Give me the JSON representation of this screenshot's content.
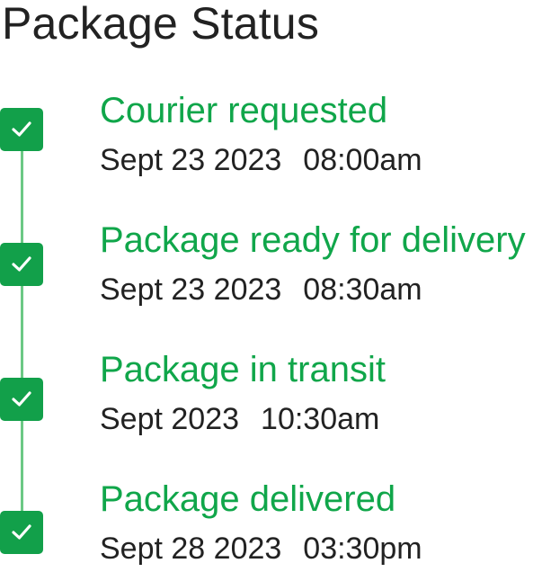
{
  "header": {
    "title": "Package Status"
  },
  "theme": {
    "accent": "#10a64a",
    "line": "#6cc985",
    "text": "#222222"
  },
  "steps": [
    {
      "label": "Courier requested",
      "date": "Sept 23 2023",
      "time": "08:00am",
      "icon": "check-icon",
      "done": true
    },
    {
      "label": "Package ready for delivery",
      "date": "Sept 23 2023",
      "time": "08:30am",
      "icon": "check-icon",
      "done": true
    },
    {
      "label": "Package in transit",
      "date": "Sept 2023",
      "time": "10:30am",
      "icon": "check-icon",
      "done": true
    },
    {
      "label": "Package delivered",
      "date": "Sept 28 2023",
      "time": "03:30pm",
      "icon": "check-icon",
      "done": true
    }
  ]
}
